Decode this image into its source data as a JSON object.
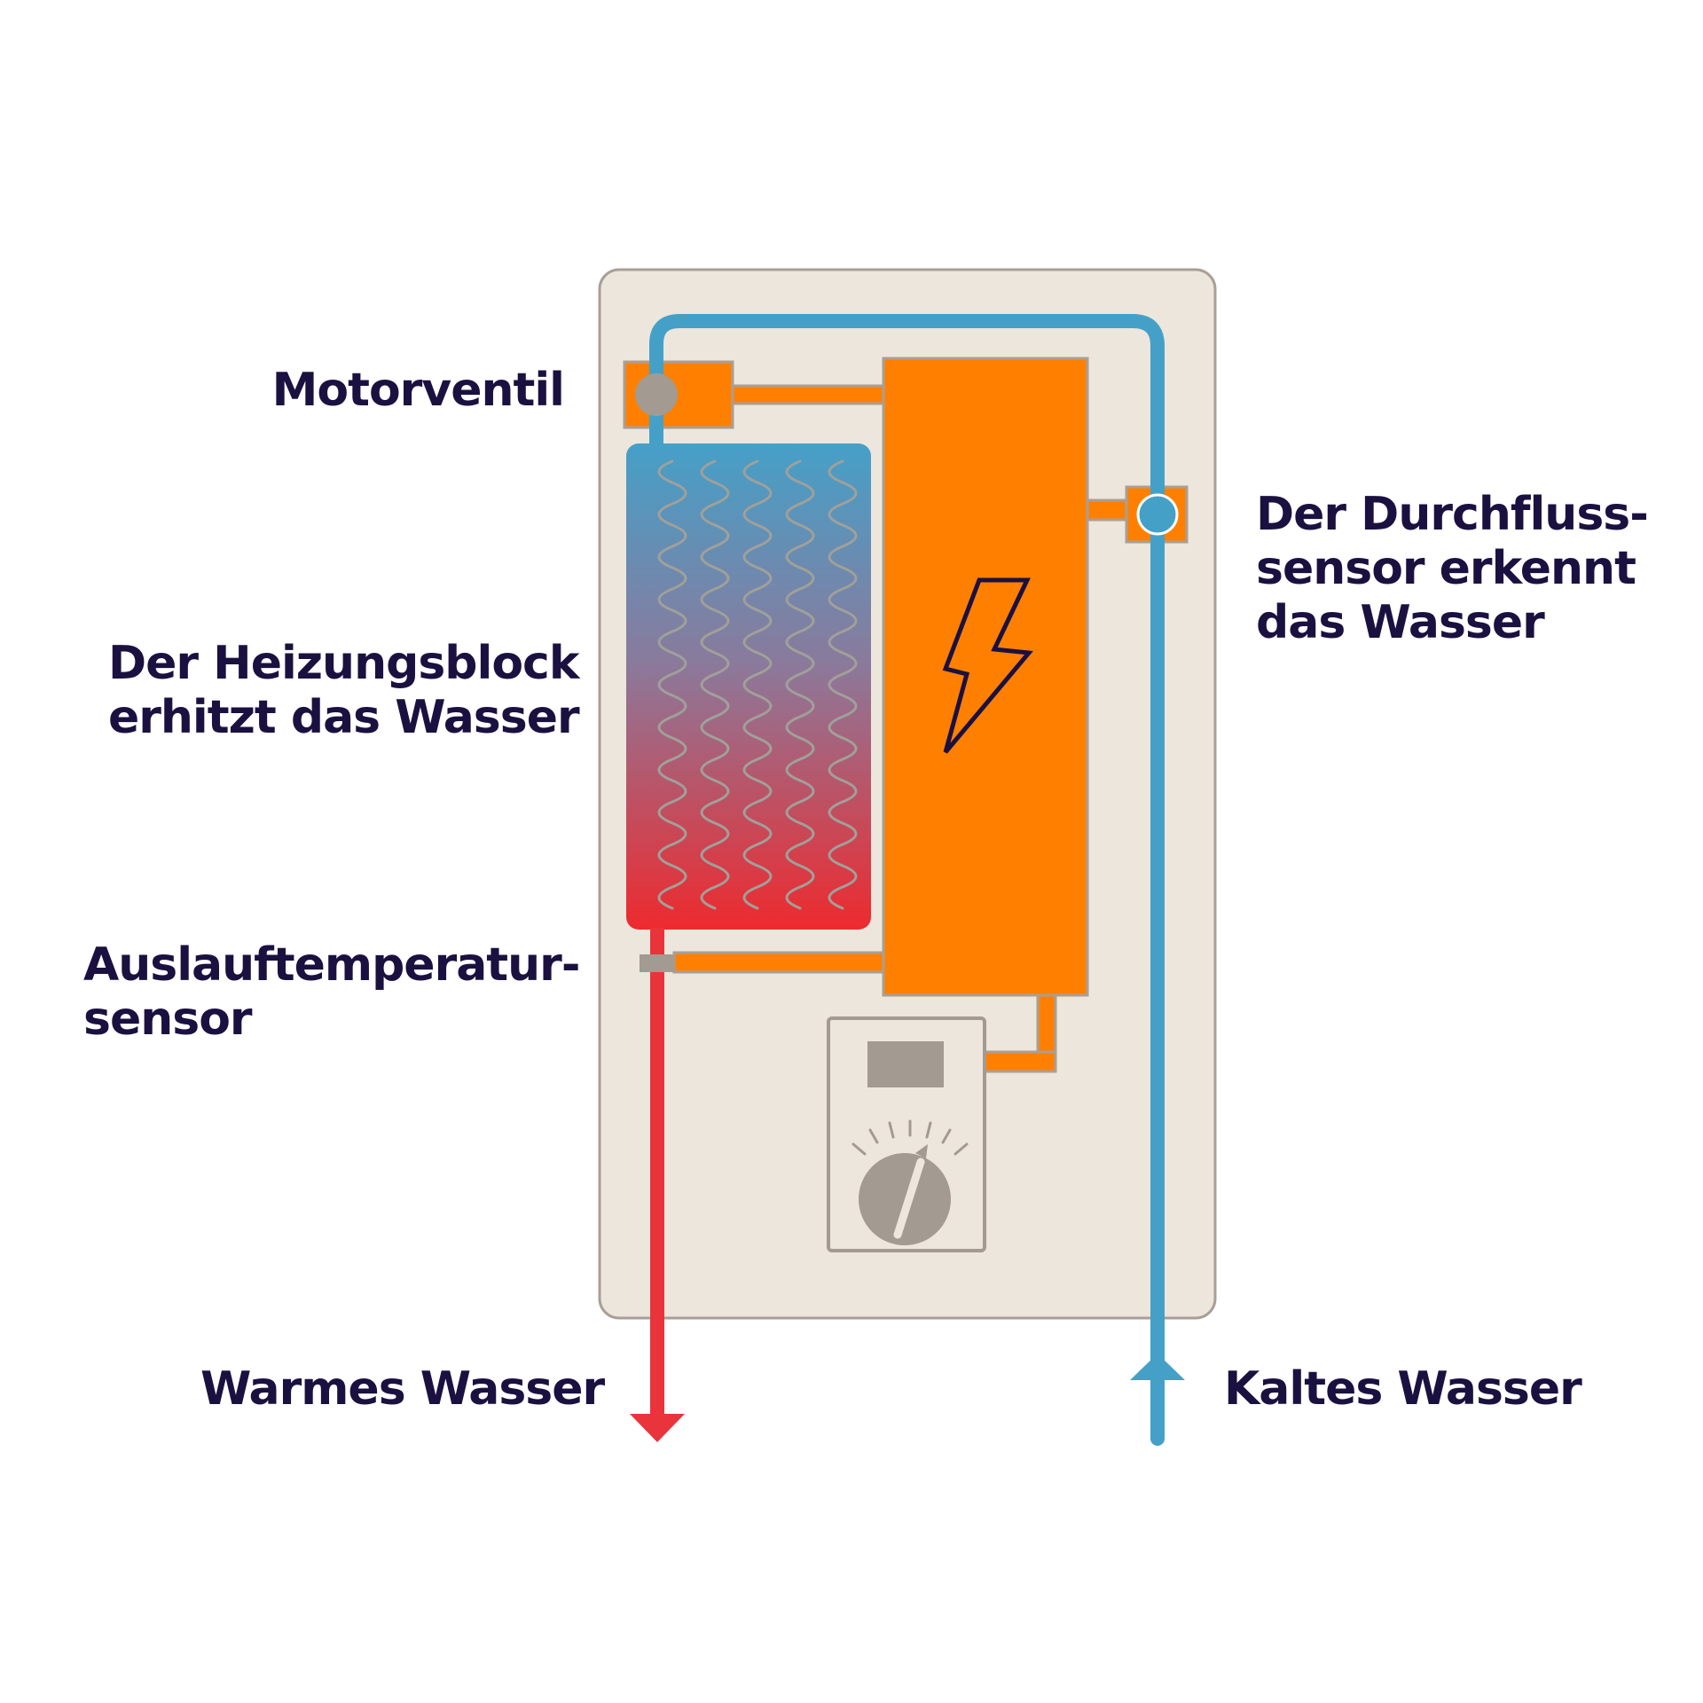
{
  "labels": {
    "motorventil": "Motorventil",
    "heizungsblock": [
      "Der Heizungsblock",
      "erhitzt das Wasser"
    ],
    "auslauf": [
      "Auslauftemperatur-",
      "sensor"
    ],
    "durchfluss": [
      "Der Durchfluss-",
      "sensor erkennt",
      "das Wasser"
    ],
    "warm": "Warmes Wasser",
    "kalt": "Kaltes Wasser"
  },
  "colors": {
    "text": "#1b1140",
    "housing_fill": "#ede6dc",
    "housing_stroke": "#a89f97",
    "cold_pipe": "#45a0c8",
    "hot_pipe": "#e8343a",
    "electronics": "#ff8000",
    "grey_part": "#a39a91",
    "coil": "#a0a09a"
  },
  "icons": {
    "power": "lightning-bolt-icon",
    "dial": "temperature-dial-icon"
  }
}
